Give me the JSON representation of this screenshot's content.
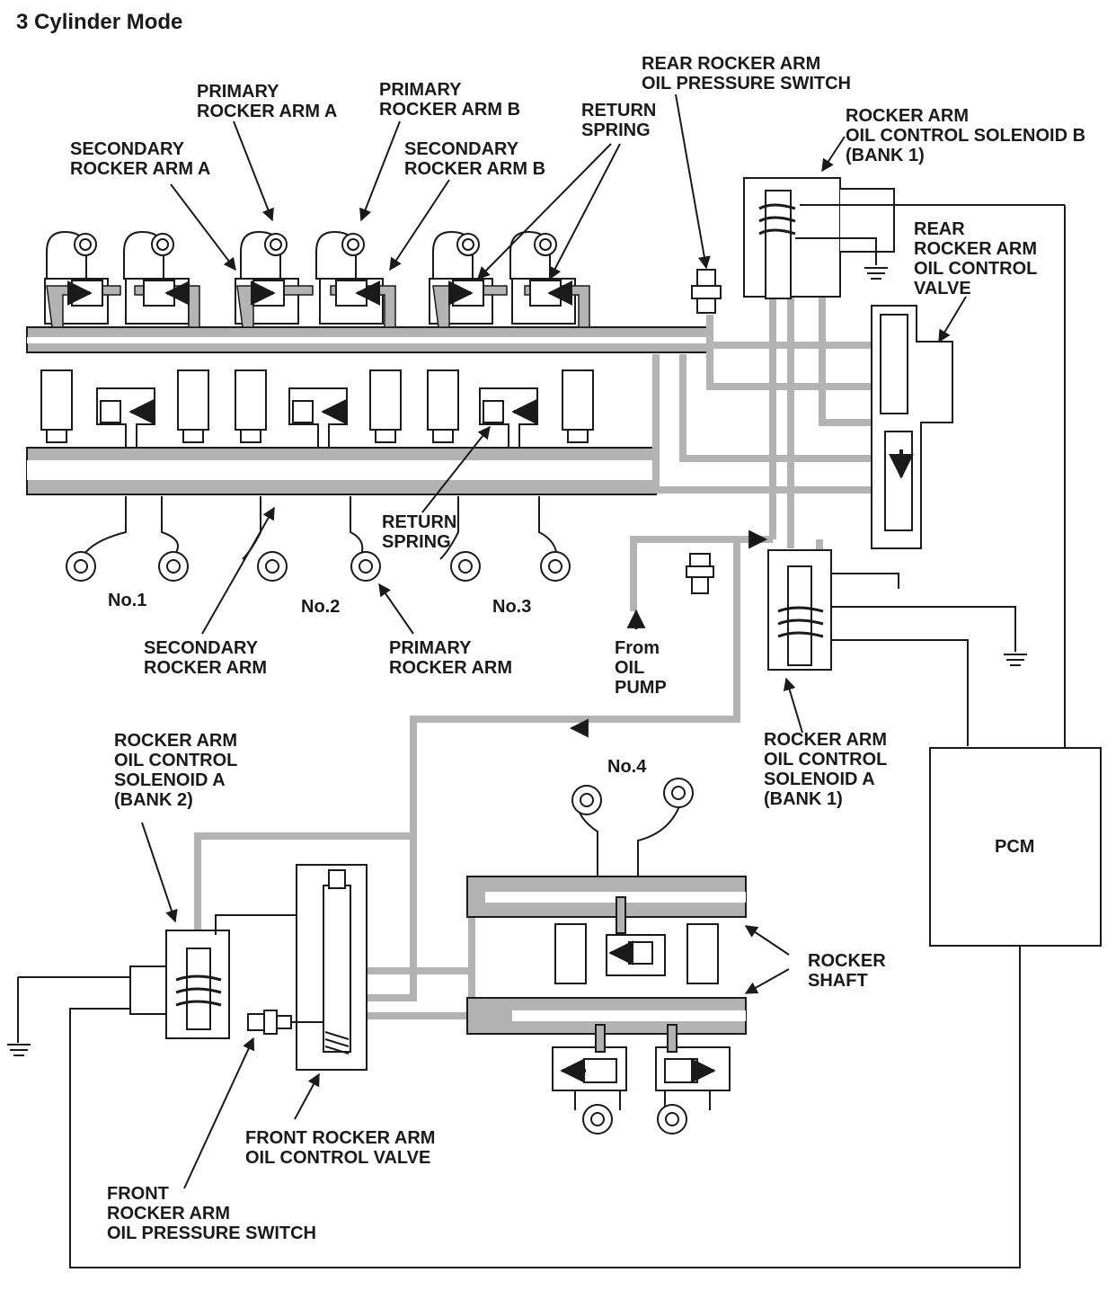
{
  "title": "3 Cylinder Mode",
  "labels": {
    "primary_rocker_arm_a": [
      "PRIMARY",
      "ROCKER ARM A"
    ],
    "primary_rocker_arm_b": [
      "PRIMARY",
      "ROCKER ARM B"
    ],
    "secondary_rocker_arm_a": [
      "SECONDARY",
      "ROCKER ARM A"
    ],
    "secondary_rocker_arm_b": [
      "SECONDARY",
      "ROCKER ARM B"
    ],
    "return_spring_top": [
      "RETURN",
      "SPRING"
    ],
    "rear_oil_pressure_switch": [
      "REAR ROCKER ARM",
      "OIL PRESSURE SWITCH"
    ],
    "solenoid_b_bank1": [
      "ROCKER ARM",
      "OIL CONTROL SOLENOID B",
      "(BANK 1)"
    ],
    "rear_oil_control_valve": [
      "REAR",
      "ROCKER ARM",
      "OIL CONTROL",
      "VALVE"
    ],
    "return_spring_mid": [
      "RETURN",
      "SPRING"
    ],
    "cyl_no1": "No.1",
    "cyl_no2": "No.2",
    "cyl_no3": "No.3",
    "cyl_no4": "No.4",
    "secondary_rocker_arm": [
      "SECONDARY",
      "ROCKER ARM"
    ],
    "primary_rocker_arm": [
      "PRIMARY",
      "ROCKER ARM"
    ],
    "from_oil_pump": [
      "From",
      "OIL",
      "PUMP"
    ],
    "solenoid_a_bank1": [
      "ROCKER ARM",
      "OIL CONTROL",
      "SOLENOID A",
      "(BANK 1)"
    ],
    "solenoid_a_bank2": [
      "ROCKER ARM",
      "OIL CONTROL",
      "SOLENOID A",
      "(BANK 2)"
    ],
    "pcm": "PCM",
    "rocker_shaft": [
      "ROCKER",
      "SHAFT"
    ],
    "front_oil_control_valve": [
      "FRONT ROCKER ARM",
      "OIL CONTROL VALVE"
    ],
    "front_oil_pressure_switch": [
      "FRONT",
      "ROCKER ARM",
      "OIL PRESSURE SWITCH"
    ]
  },
  "colors": {
    "oil_passage": "#b3b3b3",
    "line": "#1a1a1a",
    "background": "#ffffff"
  }
}
